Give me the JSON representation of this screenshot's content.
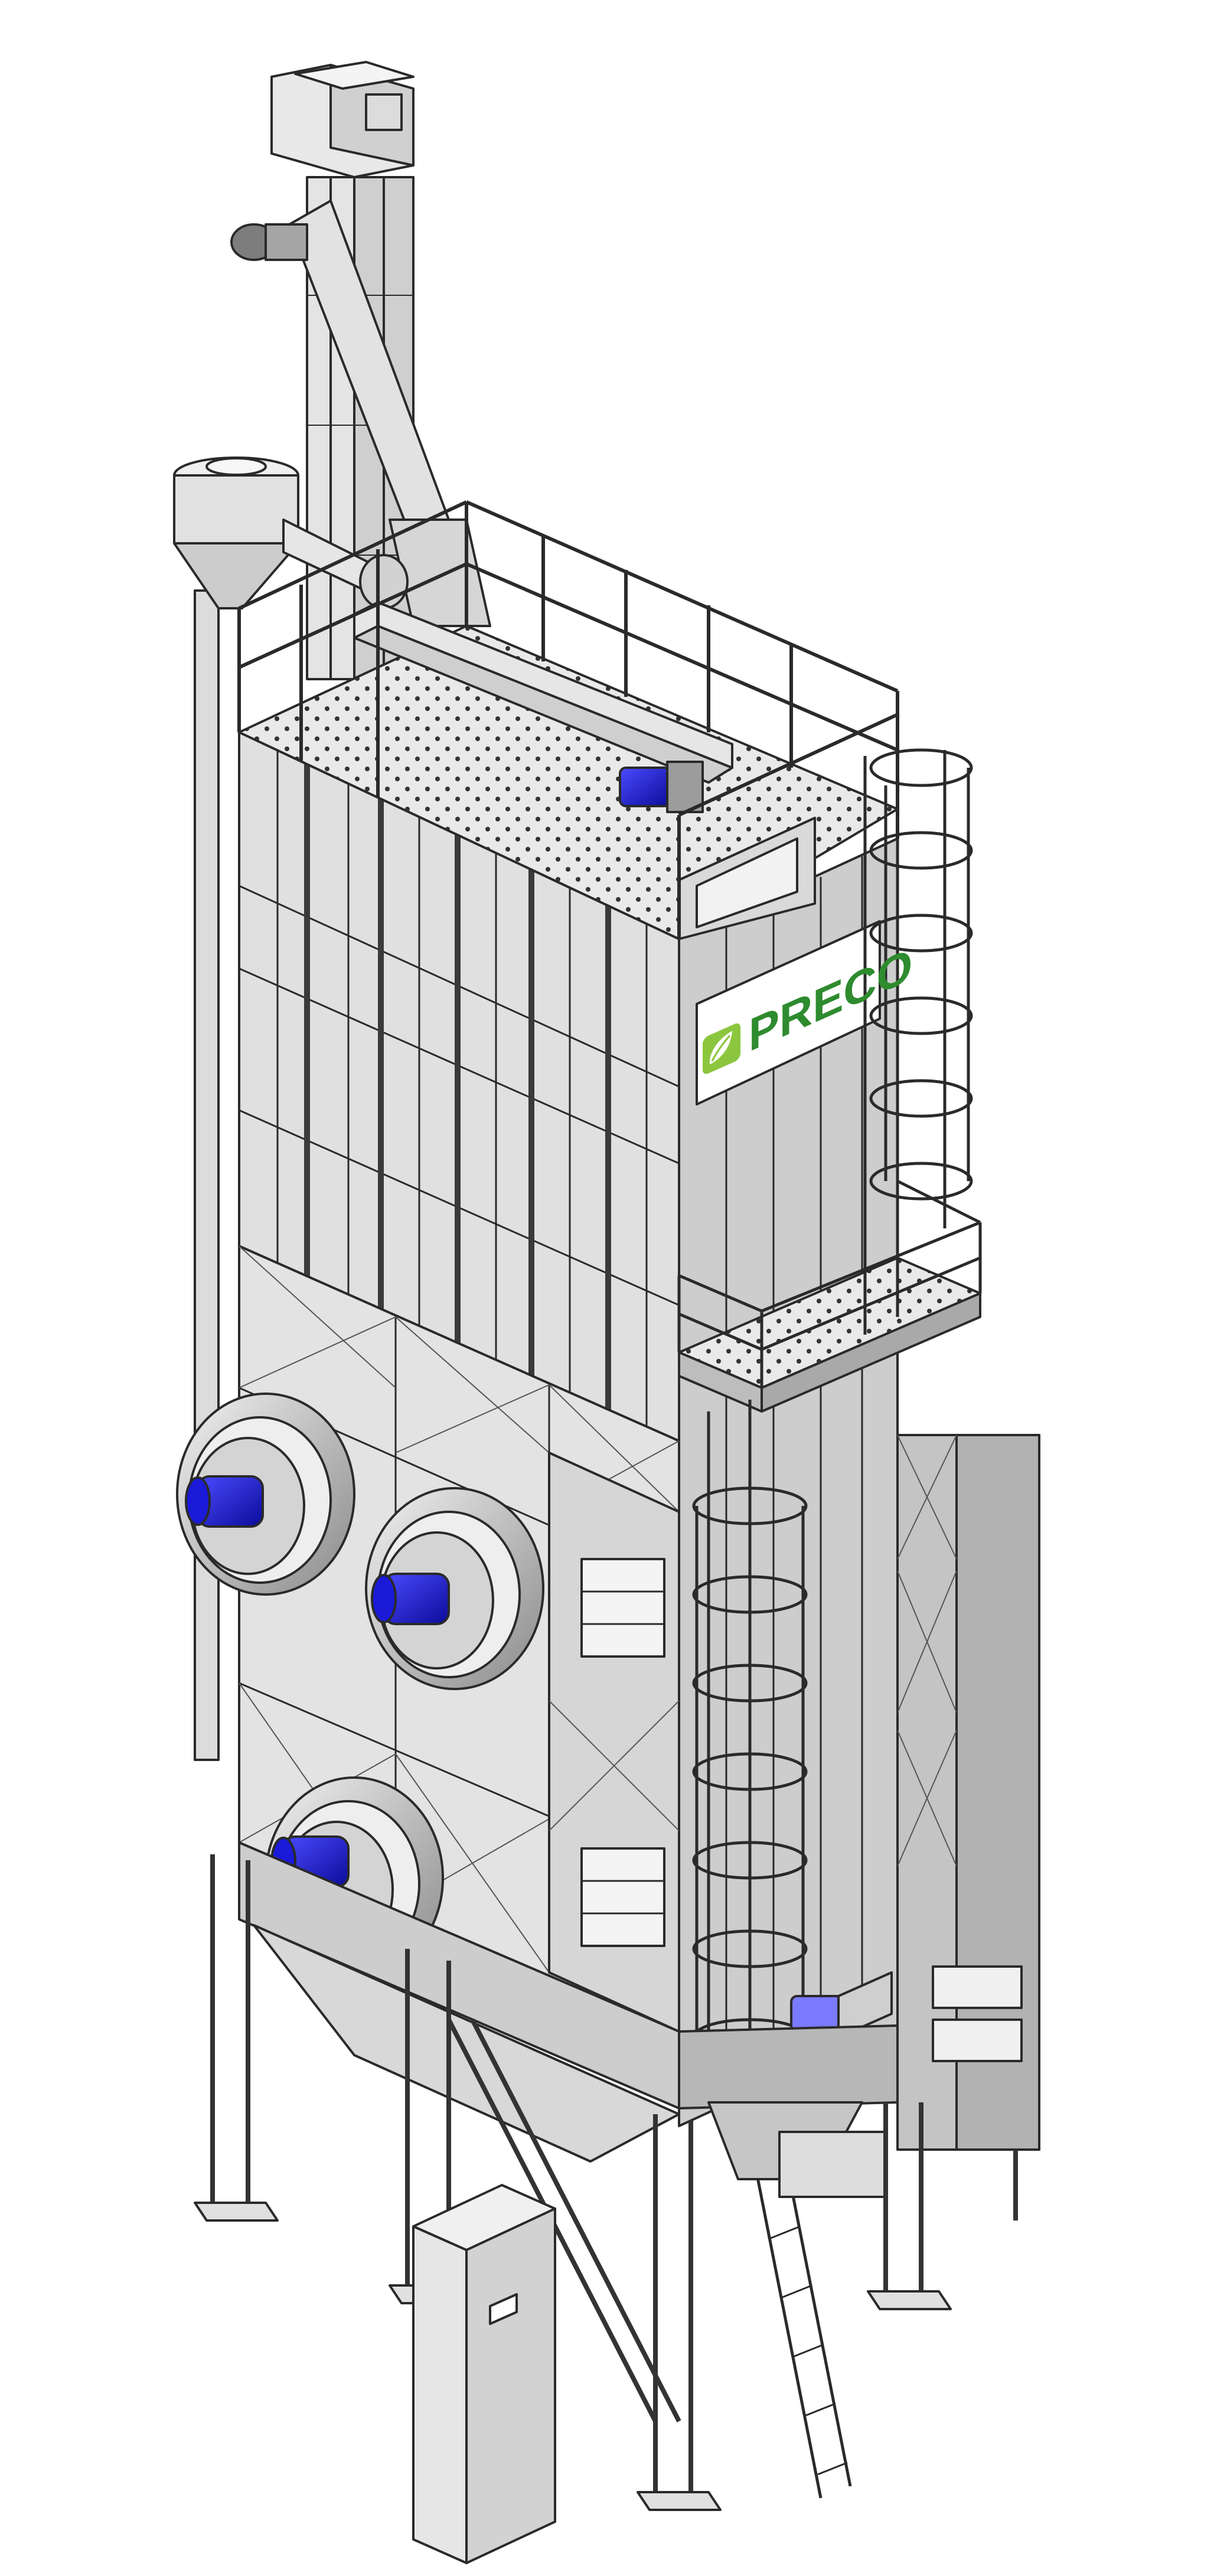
{
  "logo": {
    "text": "PRECO",
    "brand_color": "#2e8b2e",
    "leaf_color": "#8cc63f"
  },
  "colors": {
    "steel_light": "#e6e6e6",
    "steel_mid": "#cfcfcf",
    "steel_dark": "#9a9a9a",
    "outline": "#2a2a2a",
    "motor_blue": "#1a1ad8",
    "background": "#ffffff"
  },
  "components": {
    "fans": 3,
    "motors": 5,
    "ladders": 2,
    "control_cabinet": 1,
    "cyclone": 1,
    "elevator": 1
  }
}
